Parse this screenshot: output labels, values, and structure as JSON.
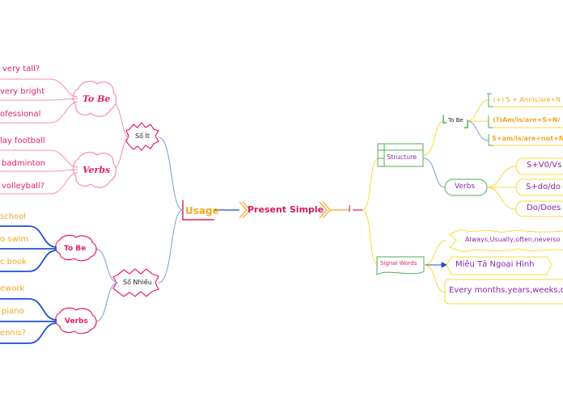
{
  "center": {
    "label": "Present Simple",
    "color": "#d81b60"
  },
  "left": {
    "usage": {
      "label": "Usage",
      "color": "#f5a623"
    },
    "so_it": {
      "label": "Số Ít",
      "to_be": {
        "label": "To Be",
        "items": [
          "very tall?",
          "very bright",
          "ofessional"
        ]
      },
      "verbs": {
        "label": "Verbs",
        "items": [
          "lay football",
          "badminton",
          "volleyball?"
        ]
      }
    },
    "so_nhieu": {
      "label": "Số Nhiều",
      "to_be": {
        "label": "To Be",
        "items": [
          "school",
          "o swim",
          "c book"
        ]
      },
      "verbs": {
        "label": "Verbs",
        "items": [
          "ework",
          "piano",
          "ennis?"
        ]
      }
    }
  },
  "right": {
    "structure": {
      "label": "Structure",
      "to_be": {
        "label": "To Be",
        "items": [
          "(+) S + Am/is/are+N",
          "(?)Am/is/are+S+N/",
          "S+am/is/are+not+N"
        ]
      },
      "verbs": {
        "label": "Verbs",
        "items": [
          "S+V0/Vs",
          "S+do/do",
          "Do/Does"
        ]
      }
    },
    "signal_words": {
      "label": "Signal Words",
      "items": [
        "Always,Usually,often,neverso",
        "Miêu Tả Ngoại Hình",
        "Every months,years,weeks,d"
      ]
    }
  },
  "colors": {
    "pink": "#e91e63",
    "pink_line": "#f48fb1",
    "blue": "#1f4fd6",
    "orange": "#f5a623",
    "green": "#4caf50",
    "yellow": "#fdd835",
    "purple": "#8e24aa"
  }
}
